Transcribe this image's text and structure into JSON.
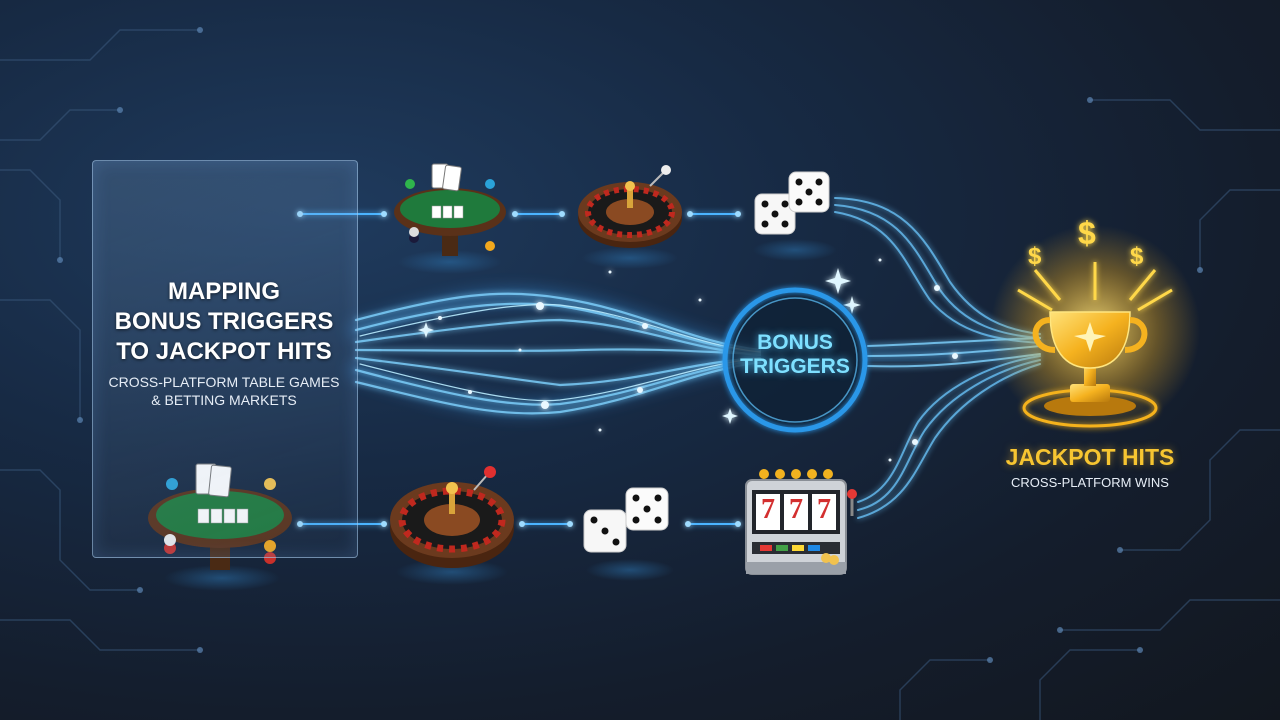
{
  "panel": {
    "title_lines": [
      "MAPPING",
      "BONUS TRIGGERS",
      "TO JACKPOT HITS"
    ],
    "subtitle_lines": [
      "CROSS-PLATFORM TABLE GAMES",
      "& BETTING MARKETS"
    ]
  },
  "hub": {
    "label_lines": [
      "BONUS",
      "TRIGGERS"
    ]
  },
  "jackpot": {
    "title": "JACKPOT HITS",
    "subtitle": "CROSS-PLATFORM WINS"
  },
  "slot": {
    "reels": [
      "7",
      "7",
      "7"
    ]
  },
  "top_row_icons": [
    "poker-table-icon",
    "roulette-wheel-icon",
    "dice-icon"
  ],
  "bottom_row_icons": [
    "poker-table-icon",
    "roulette-wheel-icon",
    "dice-icon",
    "slot-machine-icon"
  ],
  "colors": {
    "flow": "#5fc4ff",
    "hub_text": "#7ee0ff",
    "jackpot_gold": "#f7c531",
    "table_felt": "#1f7a3c",
    "roulette_rim": "#6b3a1e"
  }
}
